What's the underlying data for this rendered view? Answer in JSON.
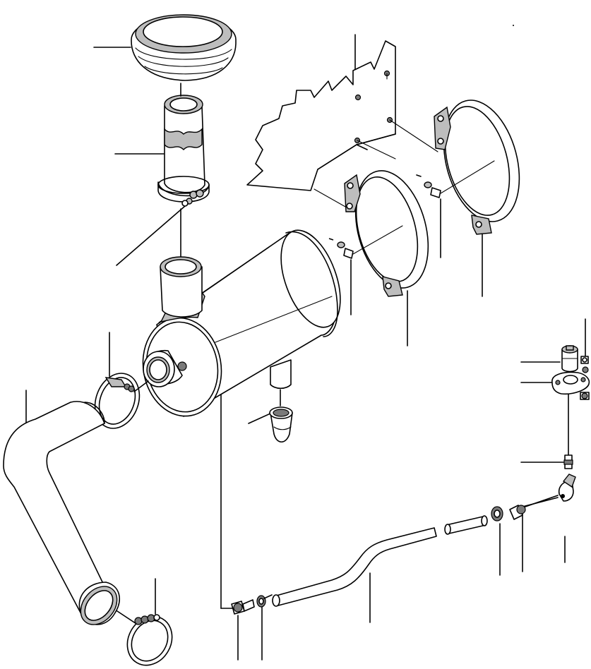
{
  "diagram": {
    "type": "exploded-parts-view",
    "colors": {
      "line": "#000000",
      "shade": "#bdbdbd",
      "dark_shade": "#7a7a7a",
      "background": "#ffffff"
    },
    "parts": [
      "precleaner-cap",
      "intake-pipe",
      "pipe-clamp-top",
      "air-cleaner-body",
      "mounting-band-front",
      "mounting-band-rear",
      "mounting-bracket",
      "dust-valve",
      "outlet-hose-clamp",
      "intake-elbow-hose",
      "hose-clamp-bottom",
      "dust-indicator",
      "indicator-adapter",
      "elbow-fitting",
      "tube",
      "hose-sleeve",
      "connector-fittings"
    ]
  }
}
